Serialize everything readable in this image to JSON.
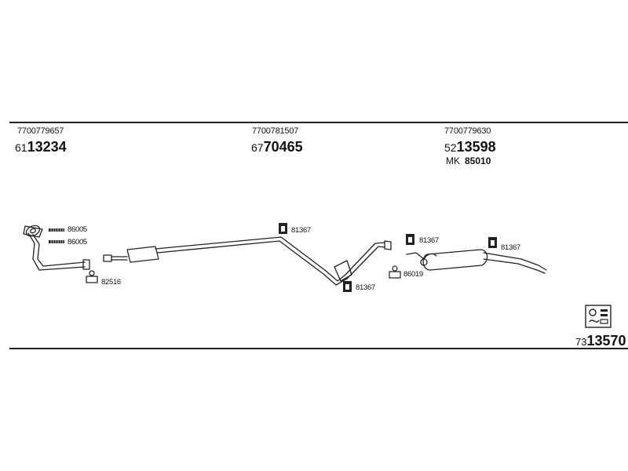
{
  "groups": [
    {
      "oem": "7700779657",
      "prefix": "61",
      "number": "13234",
      "mk_label": "",
      "mk_value": ""
    },
    {
      "oem": "7700781507",
      "prefix": "67",
      "number": "70465",
      "mk_label": "",
      "mk_value": ""
    },
    {
      "oem": "7700779630",
      "prefix": "52",
      "number": "13598",
      "mk_label": "MK",
      "mk_value": "85010"
    }
  ],
  "part_labels": {
    "clamp_a": "86005",
    "clamp_b": "86005",
    "gasket_front": "82516",
    "hanger_mid": "81367",
    "hanger_low": "81367",
    "hanger_rear1": "81367",
    "hanger_rear2": "81367",
    "clamp_rear": "86019"
  },
  "kit": {
    "prefix": "73",
    "number": "13570",
    "icon": "kit-box-icon"
  }
}
